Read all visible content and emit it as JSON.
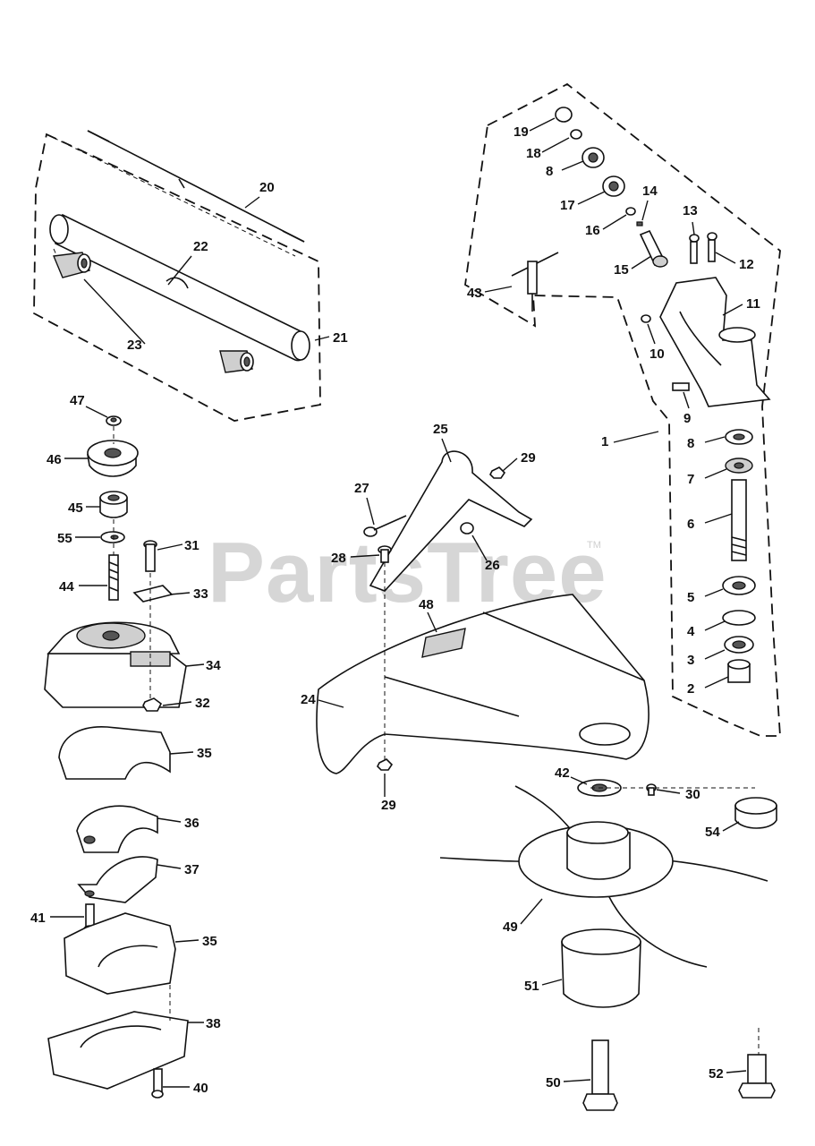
{
  "watermark": {
    "text": "PartsTree",
    "trademark": "TM"
  },
  "callouts": [
    {
      "id": "c1",
      "label": "1"
    },
    {
      "id": "c2",
      "label": "2"
    },
    {
      "id": "c3",
      "label": "3"
    },
    {
      "id": "c4",
      "label": "4"
    },
    {
      "id": "c5",
      "label": "5"
    },
    {
      "id": "c6",
      "label": "6"
    },
    {
      "id": "c7",
      "label": "7"
    },
    {
      "id": "c8a",
      "label": "8"
    },
    {
      "id": "c8b",
      "label": "8"
    },
    {
      "id": "c9",
      "label": "9"
    },
    {
      "id": "c10",
      "label": "10"
    },
    {
      "id": "c11",
      "label": "11"
    },
    {
      "id": "c12",
      "label": "12"
    },
    {
      "id": "c13",
      "label": "13"
    },
    {
      "id": "c14",
      "label": "14"
    },
    {
      "id": "c15",
      "label": "15"
    },
    {
      "id": "c16",
      "label": "16"
    },
    {
      "id": "c17",
      "label": "17"
    },
    {
      "id": "c18",
      "label": "18"
    },
    {
      "id": "c19",
      "label": "19"
    },
    {
      "id": "c20",
      "label": "20"
    },
    {
      "id": "c21",
      "label": "21"
    },
    {
      "id": "c22",
      "label": "22"
    },
    {
      "id": "c23",
      "label": "23"
    },
    {
      "id": "c24",
      "label": "24"
    },
    {
      "id": "c25",
      "label": "25"
    },
    {
      "id": "c26",
      "label": "26"
    },
    {
      "id": "c27",
      "label": "27"
    },
    {
      "id": "c28",
      "label": "28"
    },
    {
      "id": "c29a",
      "label": "29"
    },
    {
      "id": "c29b",
      "label": "29"
    },
    {
      "id": "c30",
      "label": "30"
    },
    {
      "id": "c31",
      "label": "31"
    },
    {
      "id": "c32",
      "label": "32"
    },
    {
      "id": "c33",
      "label": "33"
    },
    {
      "id": "c34",
      "label": "34"
    },
    {
      "id": "c35a",
      "label": "35"
    },
    {
      "id": "c35b",
      "label": "35"
    },
    {
      "id": "c36",
      "label": "36"
    },
    {
      "id": "c37",
      "label": "37"
    },
    {
      "id": "c38",
      "label": "38"
    },
    {
      "id": "c40",
      "label": "40"
    },
    {
      "id": "c41",
      "label": "41"
    },
    {
      "id": "c42",
      "label": "42"
    },
    {
      "id": "c43",
      "label": "43"
    },
    {
      "id": "c44",
      "label": "44"
    },
    {
      "id": "c45",
      "label": "45"
    },
    {
      "id": "c46",
      "label": "46"
    },
    {
      "id": "c47",
      "label": "47"
    },
    {
      "id": "c48",
      "label": "48"
    },
    {
      "id": "c49",
      "label": "49"
    },
    {
      "id": "c50",
      "label": "50"
    },
    {
      "id": "c51",
      "label": "51"
    },
    {
      "id": "c52",
      "label": "52"
    },
    {
      "id": "c54",
      "label": "54"
    },
    {
      "id": "c55",
      "label": "55"
    }
  ]
}
